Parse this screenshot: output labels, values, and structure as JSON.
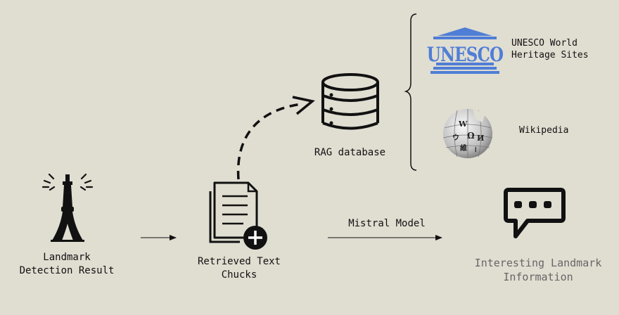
{
  "nodes": {
    "landmark": {
      "label": "Landmark\nDetection Result"
    },
    "chunks": {
      "label": "Retrieved Text\nChucks"
    },
    "rag": {
      "label": "RAG database"
    },
    "info": {
      "label": "Interesting Landmark\nInformation"
    }
  },
  "edges": {
    "model": {
      "label": "Mistral Model"
    }
  },
  "sources": {
    "unesco": {
      "label": "UNESCO World\nHeritage Sites",
      "logo_text": "UNESCO"
    },
    "wikipedia": {
      "label": "Wikipedia"
    }
  },
  "colors": {
    "background": "#e0ddd1",
    "ink": "#111111",
    "unesco_blue": "#4f7ed6",
    "muted_text": "#666666"
  }
}
